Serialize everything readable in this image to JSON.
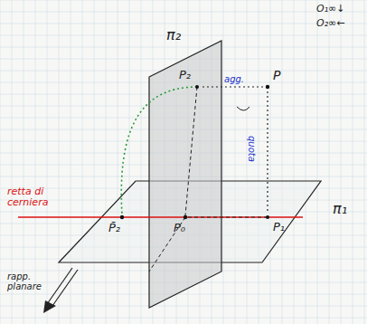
{
  "diagram": {
    "labels": [
      "O₁∞↓",
      "O₂∞←",
      "π₂",
      "π₁",
      "P₂",
      "P",
      "agg.",
      "quota",
      "P₁",
      "retta di cerniera",
      "P₀",
      "P̄₂",
      "rapp. planare"
    ]
  }
}
